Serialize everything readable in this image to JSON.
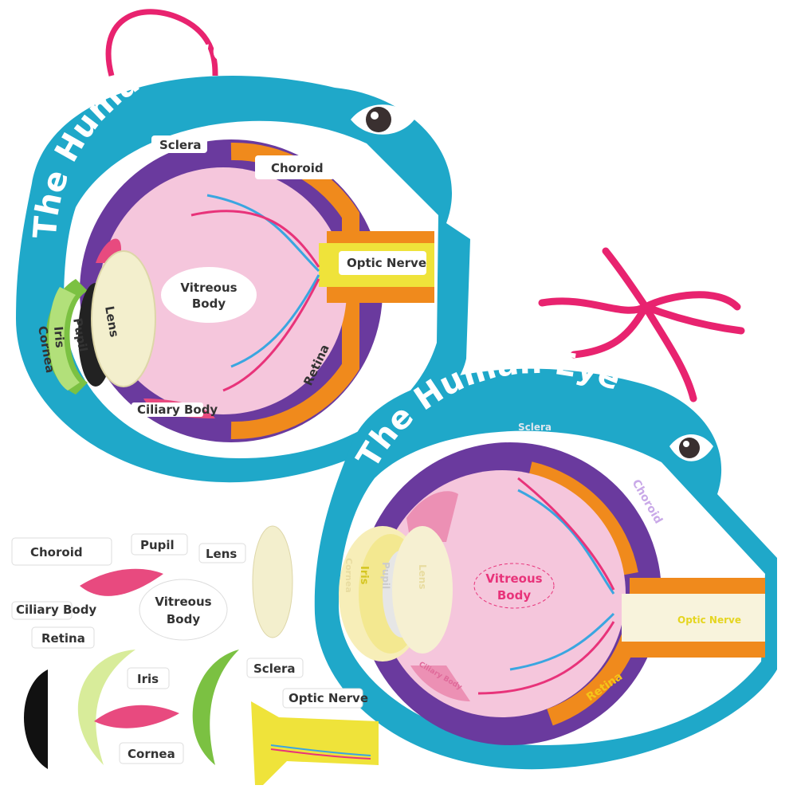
{
  "colors": {
    "board_blue": "#1fa8c9",
    "sclera_purple": "#6a3a9e",
    "choroid_orange": "#f08a1c",
    "vitreous_pink": "#f5c6dc",
    "optic_yellow": "#efe33a",
    "vein_blue": "#3aa6e0",
    "artery_pink": "#e8337a",
    "ribbon_pink": "#e8236f"
  },
  "left_board": {
    "title": "The Human Eye",
    "labels": {
      "sclera": "Sclera",
      "choroid": "Choroid",
      "optic_nerve": "Optic Nerve",
      "vitreous_body_1": "Vitreous",
      "vitreous_body_2": "Body",
      "lens": "Lens",
      "pupil": "Pupil",
      "iris": "Iris",
      "cornea": "Cornea",
      "retina": "Retina",
      "ciliary_body": "Ciliary Body"
    }
  },
  "right_board": {
    "title": "The Human Eye",
    "labels": {
      "sclera": "Sclera",
      "choroid": "Choroid",
      "optic_nerve": "Optic Nerve",
      "vitreous_body_1": "Vitreous",
      "vitreous_body_2": "Body",
      "lens": "Lens",
      "pupil": "Pupil",
      "iris": "Iris",
      "cornea": "Cornea",
      "retina": "Retina",
      "ciliary_body": "Ciliary Body"
    }
  },
  "loose_pieces": {
    "choroid": "Choroid",
    "pupil": "Pupil",
    "lens": "Lens",
    "ciliary_body": "Ciliary Body",
    "vitreous_body_1": "Vitreous",
    "vitreous_body_2": "Body",
    "retina": "Retina",
    "iris": "Iris",
    "sclera": "Sclera",
    "optic_nerve": "Optic Nerve",
    "cornea": "Cornea"
  }
}
